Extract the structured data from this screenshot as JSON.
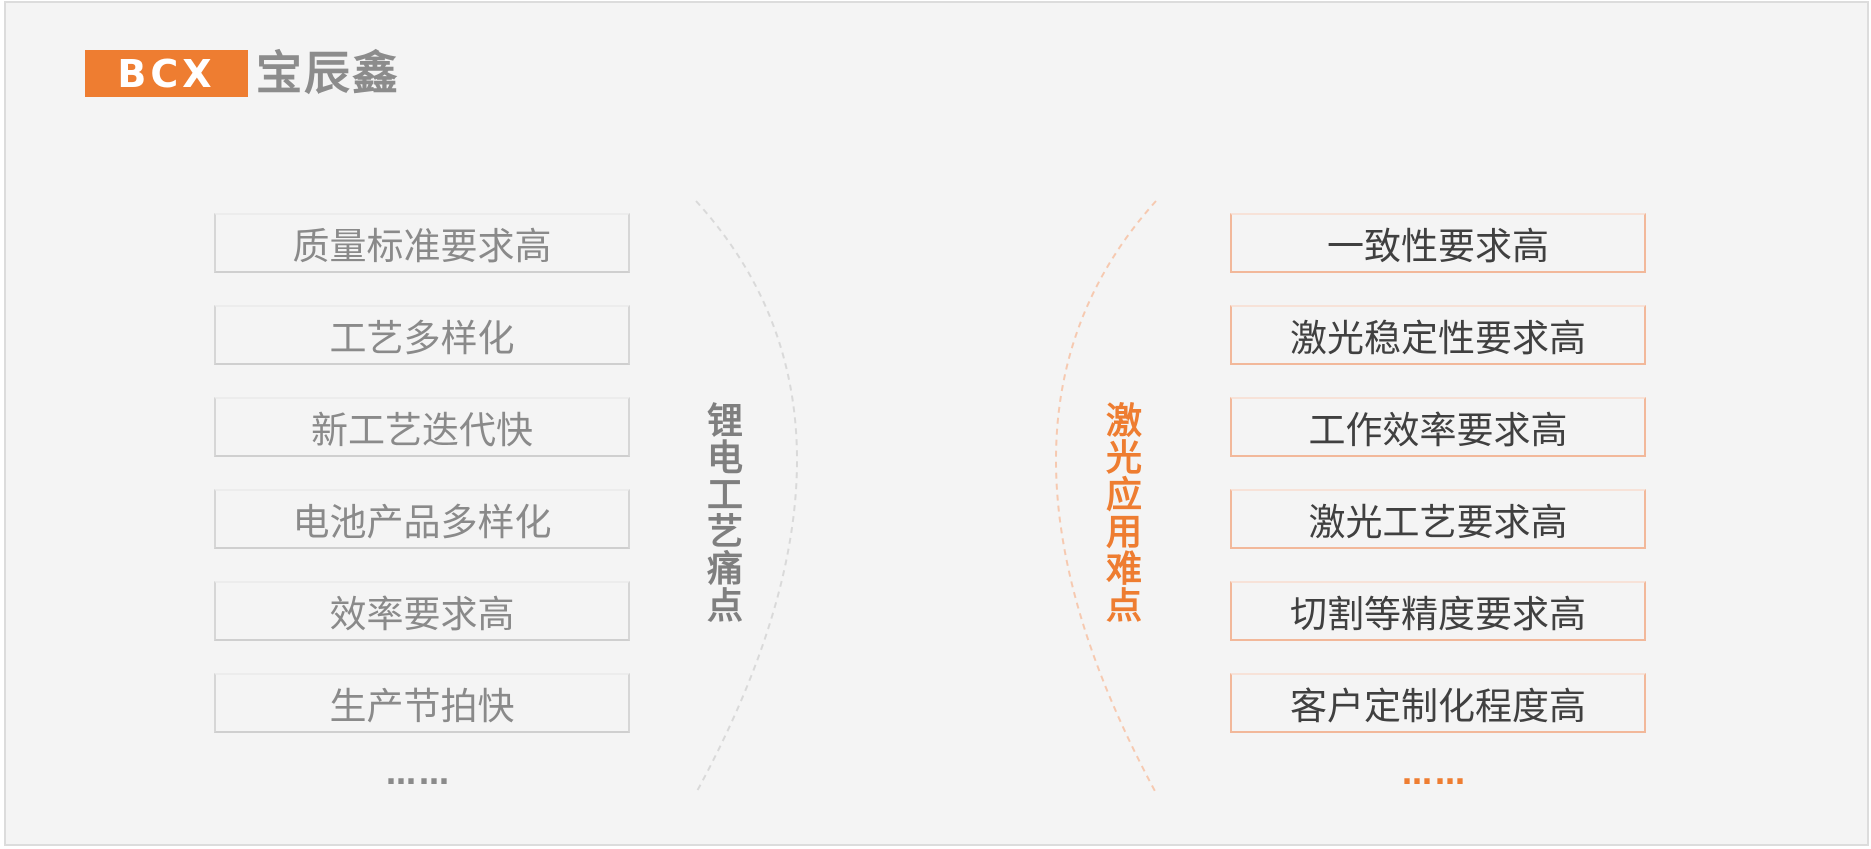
{
  "logo": {
    "badge_text": "BCX",
    "name": "宝辰鑫",
    "badge_color": "#ee7d31"
  },
  "left_panel": {
    "title": "锂电工艺痛点",
    "items": [
      "质量标准要求高",
      "工艺多样化",
      "新工艺迭代快",
      "电池产品多样化",
      "效率要求高",
      "生产节拍快"
    ],
    "ellipsis": "……",
    "color": "#8a8a8a"
  },
  "right_panel": {
    "title": "激光应用难点",
    "items": [
      "一致性要求高",
      "激光稳定性要求高",
      "工作效率要求高",
      "激光工艺要求高",
      "切割等精度要求高",
      "客户定制化程度高"
    ],
    "ellipsis": "……",
    "color": "#ee7d31"
  }
}
